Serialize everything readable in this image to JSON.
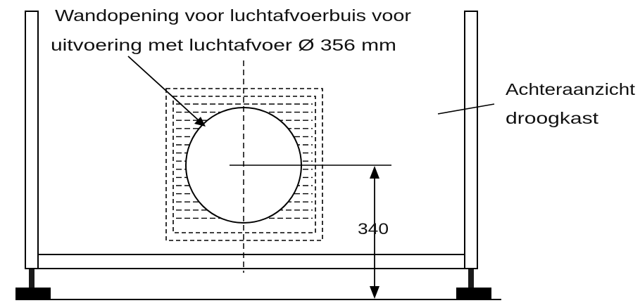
{
  "annotations": {
    "opening_line1": "Wandopening voor luchtafvoerbuis voor",
    "opening_line2": "uitvoering met luchtafvoer Ø 356 mm",
    "view_line1": "Achteraanzicht",
    "view_line2": "droogkast",
    "dimension": "340"
  },
  "colors": {
    "line": "#000000",
    "background": "#ffffff"
  }
}
